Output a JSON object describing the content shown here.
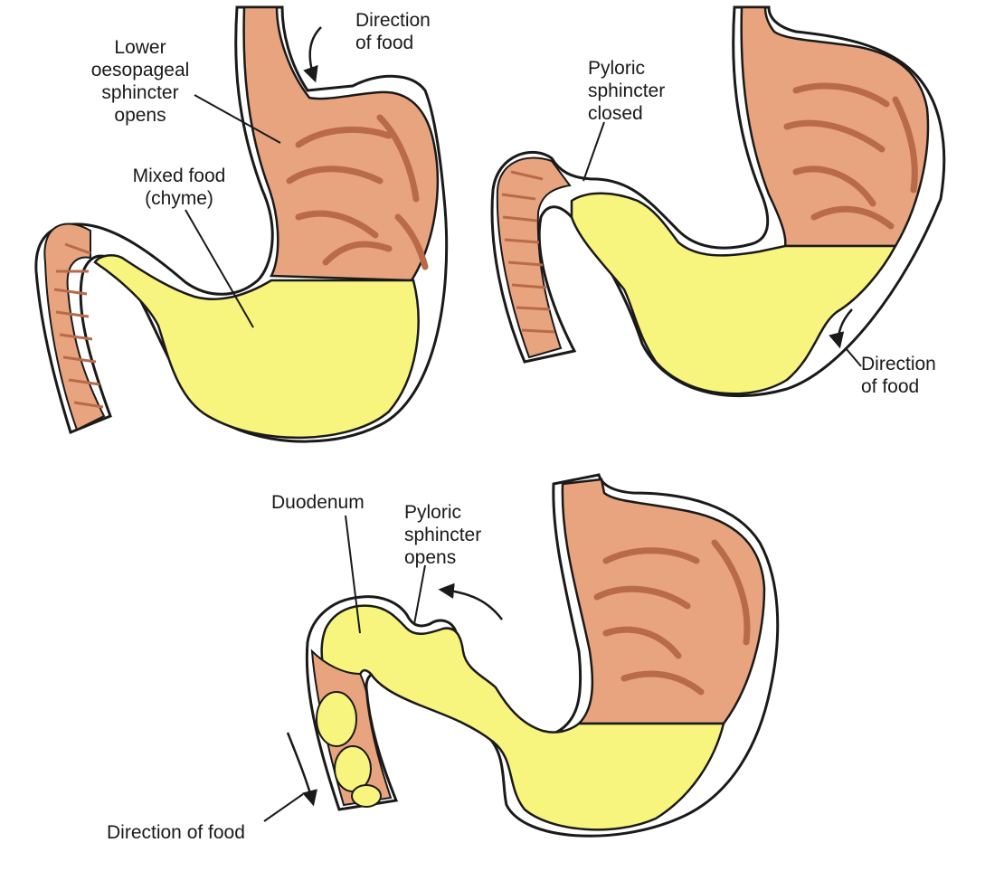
{
  "colors": {
    "stomach_wall": "#E8A47E",
    "stomach_fold": "#B96A48",
    "chyme": "#F7F57E",
    "outline": "#1a1a1a",
    "background": "#ffffff"
  },
  "labels": {
    "panel1": {
      "direction": [
        "Direction",
        "of food"
      ],
      "sphincter": [
        "Lower",
        "oesopageal",
        "sphincter",
        "opens"
      ],
      "chyme": [
        "Mixed food",
        "(chyme)"
      ]
    },
    "panel2": {
      "sphincter": [
        "Pyloric",
        "sphincter",
        "closed"
      ],
      "direction": [
        "Direction",
        "of food"
      ]
    },
    "panel3": {
      "duodenum": "Duodenum",
      "sphincter": [
        "Pyloric",
        "sphincter",
        "opens"
      ],
      "direction": "Direction of food"
    }
  }
}
